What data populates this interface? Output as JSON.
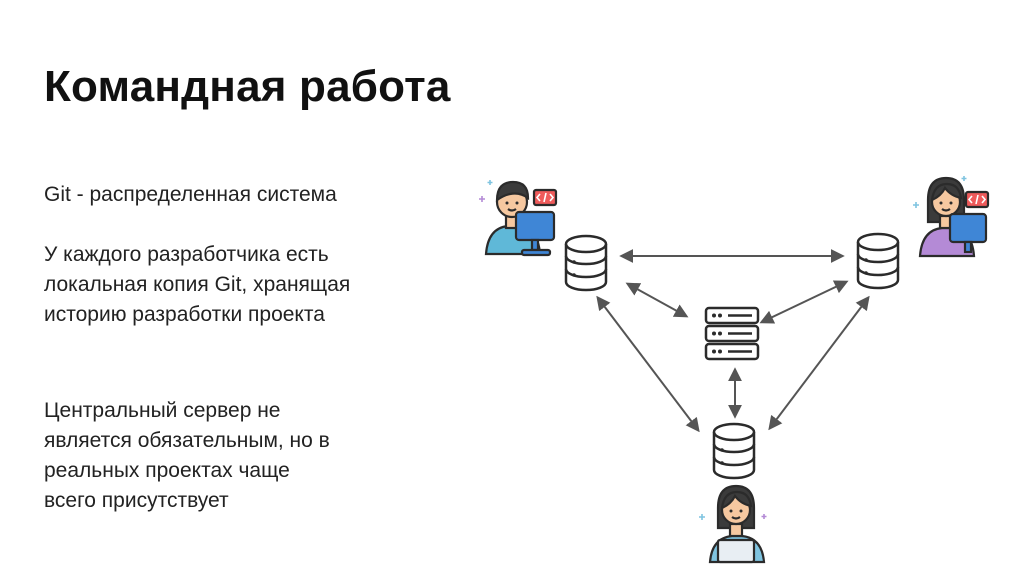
{
  "slide": {
    "title": "Командная работа",
    "paragraphs": [
      {
        "lines": [
          "Git - распределенная система"
        ]
      },
      {
        "lines": [
          "У каждого разработчика есть",
          "локальная копия Git, хранящая",
          "историю разработки проекта"
        ]
      },
      {
        "lines": [
          "Центральный сервер не",
          "является обязательным, но в",
          "реальных проектах чаще",
          "всего присутствует"
        ]
      }
    ]
  },
  "diagram": {
    "nodes": [
      {
        "name": "developer-left",
        "role": "developer",
        "gender": "male"
      },
      {
        "name": "developer-right",
        "role": "developer",
        "gender": "female"
      },
      {
        "name": "developer-bottom",
        "role": "developer",
        "gender": "female"
      },
      {
        "name": "central-server",
        "role": "server"
      }
    ],
    "icons": {
      "database": "database-icon",
      "server": "server-rack-icon",
      "code": "code-tag-icon"
    },
    "colors": {
      "outline": "#2b2b2b",
      "skin": "#f6c8a0",
      "hair": "#3b3b3b",
      "shirt_left": "#5fb8d8",
      "shirt_right": "#b48ad6",
      "shirt_bottom": "#7fc4e0",
      "monitor": "#3f86d6",
      "code_badge": "#ef5b5b",
      "arrow": "#555555"
    }
  }
}
